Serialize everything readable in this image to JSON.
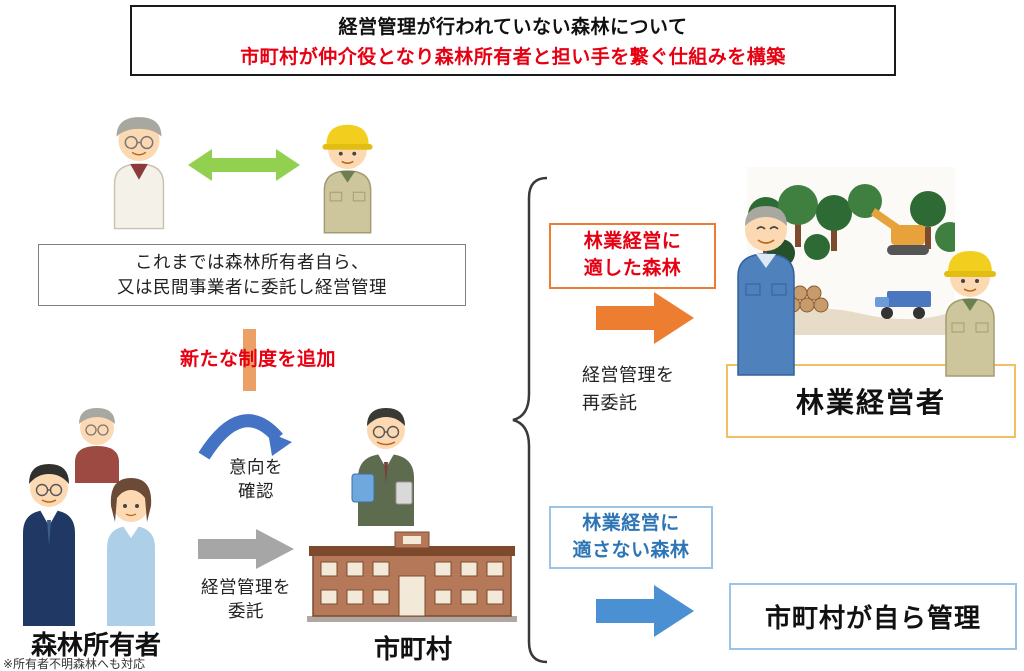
{
  "colors": {
    "accent_red": "#e60012",
    "orange": "#ed7d31",
    "blue_text": "#2e75b6",
    "blue_arrow": "#4a90d2",
    "light_blue_border": "#9dc3e6",
    "orange_border": "#f2c063",
    "green_arrow": "#92d050",
    "gray_arrow": "#a6a6a6",
    "highlight_bar": "#eda066"
  },
  "header": {
    "line1": "経営管理が行われていない森林について",
    "line2": "市町村が仲介役となり森林所有者と担い手を繋ぐ仕組みを構築"
  },
  "before": {
    "line1": "これまでは森林所有者自ら、",
    "line2": "又は民間事業者に委託し経営管理"
  },
  "new_system_label": "新たな制度を追加",
  "owners": {
    "label": "森林所有者",
    "note": "※所有者不明森林へも対応"
  },
  "flows": {
    "intent_line1": "意向を",
    "intent_line2": "確認",
    "entrust_line1": "経営管理を",
    "entrust_line2": "委託",
    "reentrust_line1": "経営管理を",
    "reentrust_line2": "再委託"
  },
  "municipality_label": "市町村",
  "suitable": {
    "line1": "林業経営に",
    "line2": "適した森林",
    "operator_label": "林業経営者"
  },
  "unsuitable": {
    "line1": "林業経営に",
    "line2": "適さない森林",
    "result_label": "市町村が自ら管理"
  }
}
